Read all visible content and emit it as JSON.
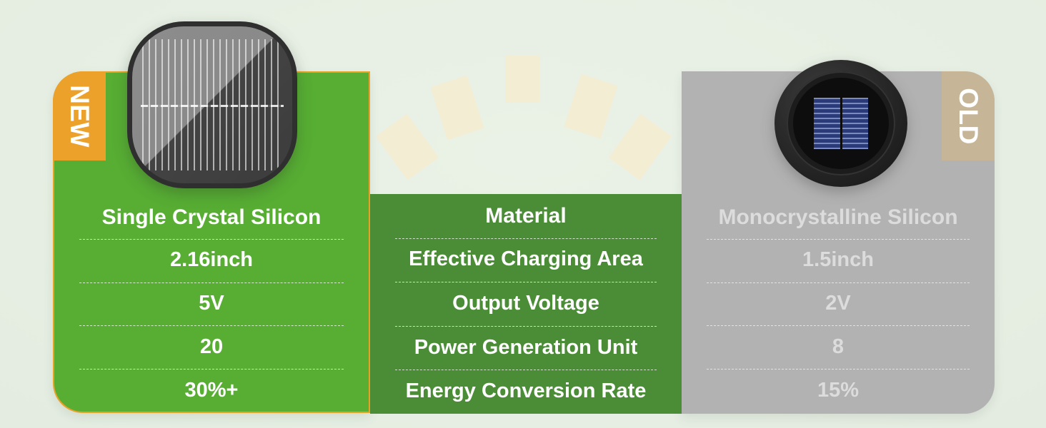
{
  "background": {
    "color": "#e8f0e5",
    "sun_rays": {
      "name": "sun-ray-decoration",
      "color": "#f3edd3",
      "count": 5
    }
  },
  "new_column": {
    "badge": "NEW",
    "badge_color": "#eba12a",
    "card_color": "#57ae33",
    "product_icon": "square-solar-panel-icon",
    "values": [
      "Single Crystal Silicon",
      "2.16inch",
      "5V",
      "20",
      "30%+"
    ]
  },
  "center_column": {
    "card_color": "#4b8c36",
    "labels": [
      "Material",
      "Effective Charging Area",
      "Output Voltage",
      "Power Generation Unit",
      "Energy Conversion Rate"
    ]
  },
  "old_column": {
    "badge": "OLD",
    "badge_color": "#c6b697",
    "card_color": "#b2b2b2",
    "product_icon": "round-solar-panel-icon",
    "values": [
      "Monocrystalline Silicon",
      "1.5inch",
      "2V",
      "8",
      "15%"
    ]
  }
}
